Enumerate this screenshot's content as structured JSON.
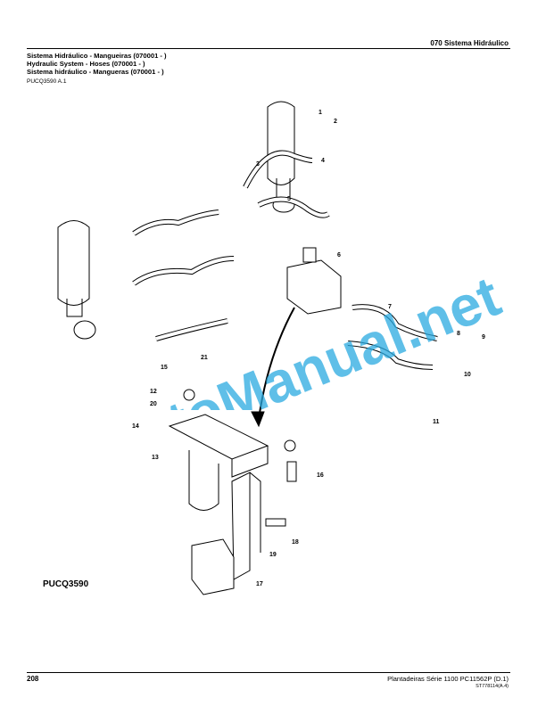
{
  "header": {
    "section": "070 Sistema Hidráulico",
    "titles": [
      "Sistema Hidráulico - Mangueiras (070001 - )",
      "Hydraulic System - Hoses (070001 - )",
      "Sistema hidráulico - Mangueras (070001 - )"
    ],
    "reference": "PUCQ3590 A.1"
  },
  "diagram": {
    "figure_id": "PUCQ3590",
    "callouts": [
      "1",
      "2",
      "3",
      "4",
      "5",
      "6",
      "7",
      "8",
      "9",
      "10",
      "11",
      "12",
      "13",
      "14",
      "15",
      "16",
      "17",
      "18",
      "19",
      "20",
      "21"
    ]
  },
  "watermark": {
    "text": "AutoManual.net",
    "color": "#29a9e0"
  },
  "footer": {
    "page_number": "208",
    "title": "Plantadeiras Série 1100    PC11562P   (D.1)",
    "code": "ST778114(A.4)"
  }
}
